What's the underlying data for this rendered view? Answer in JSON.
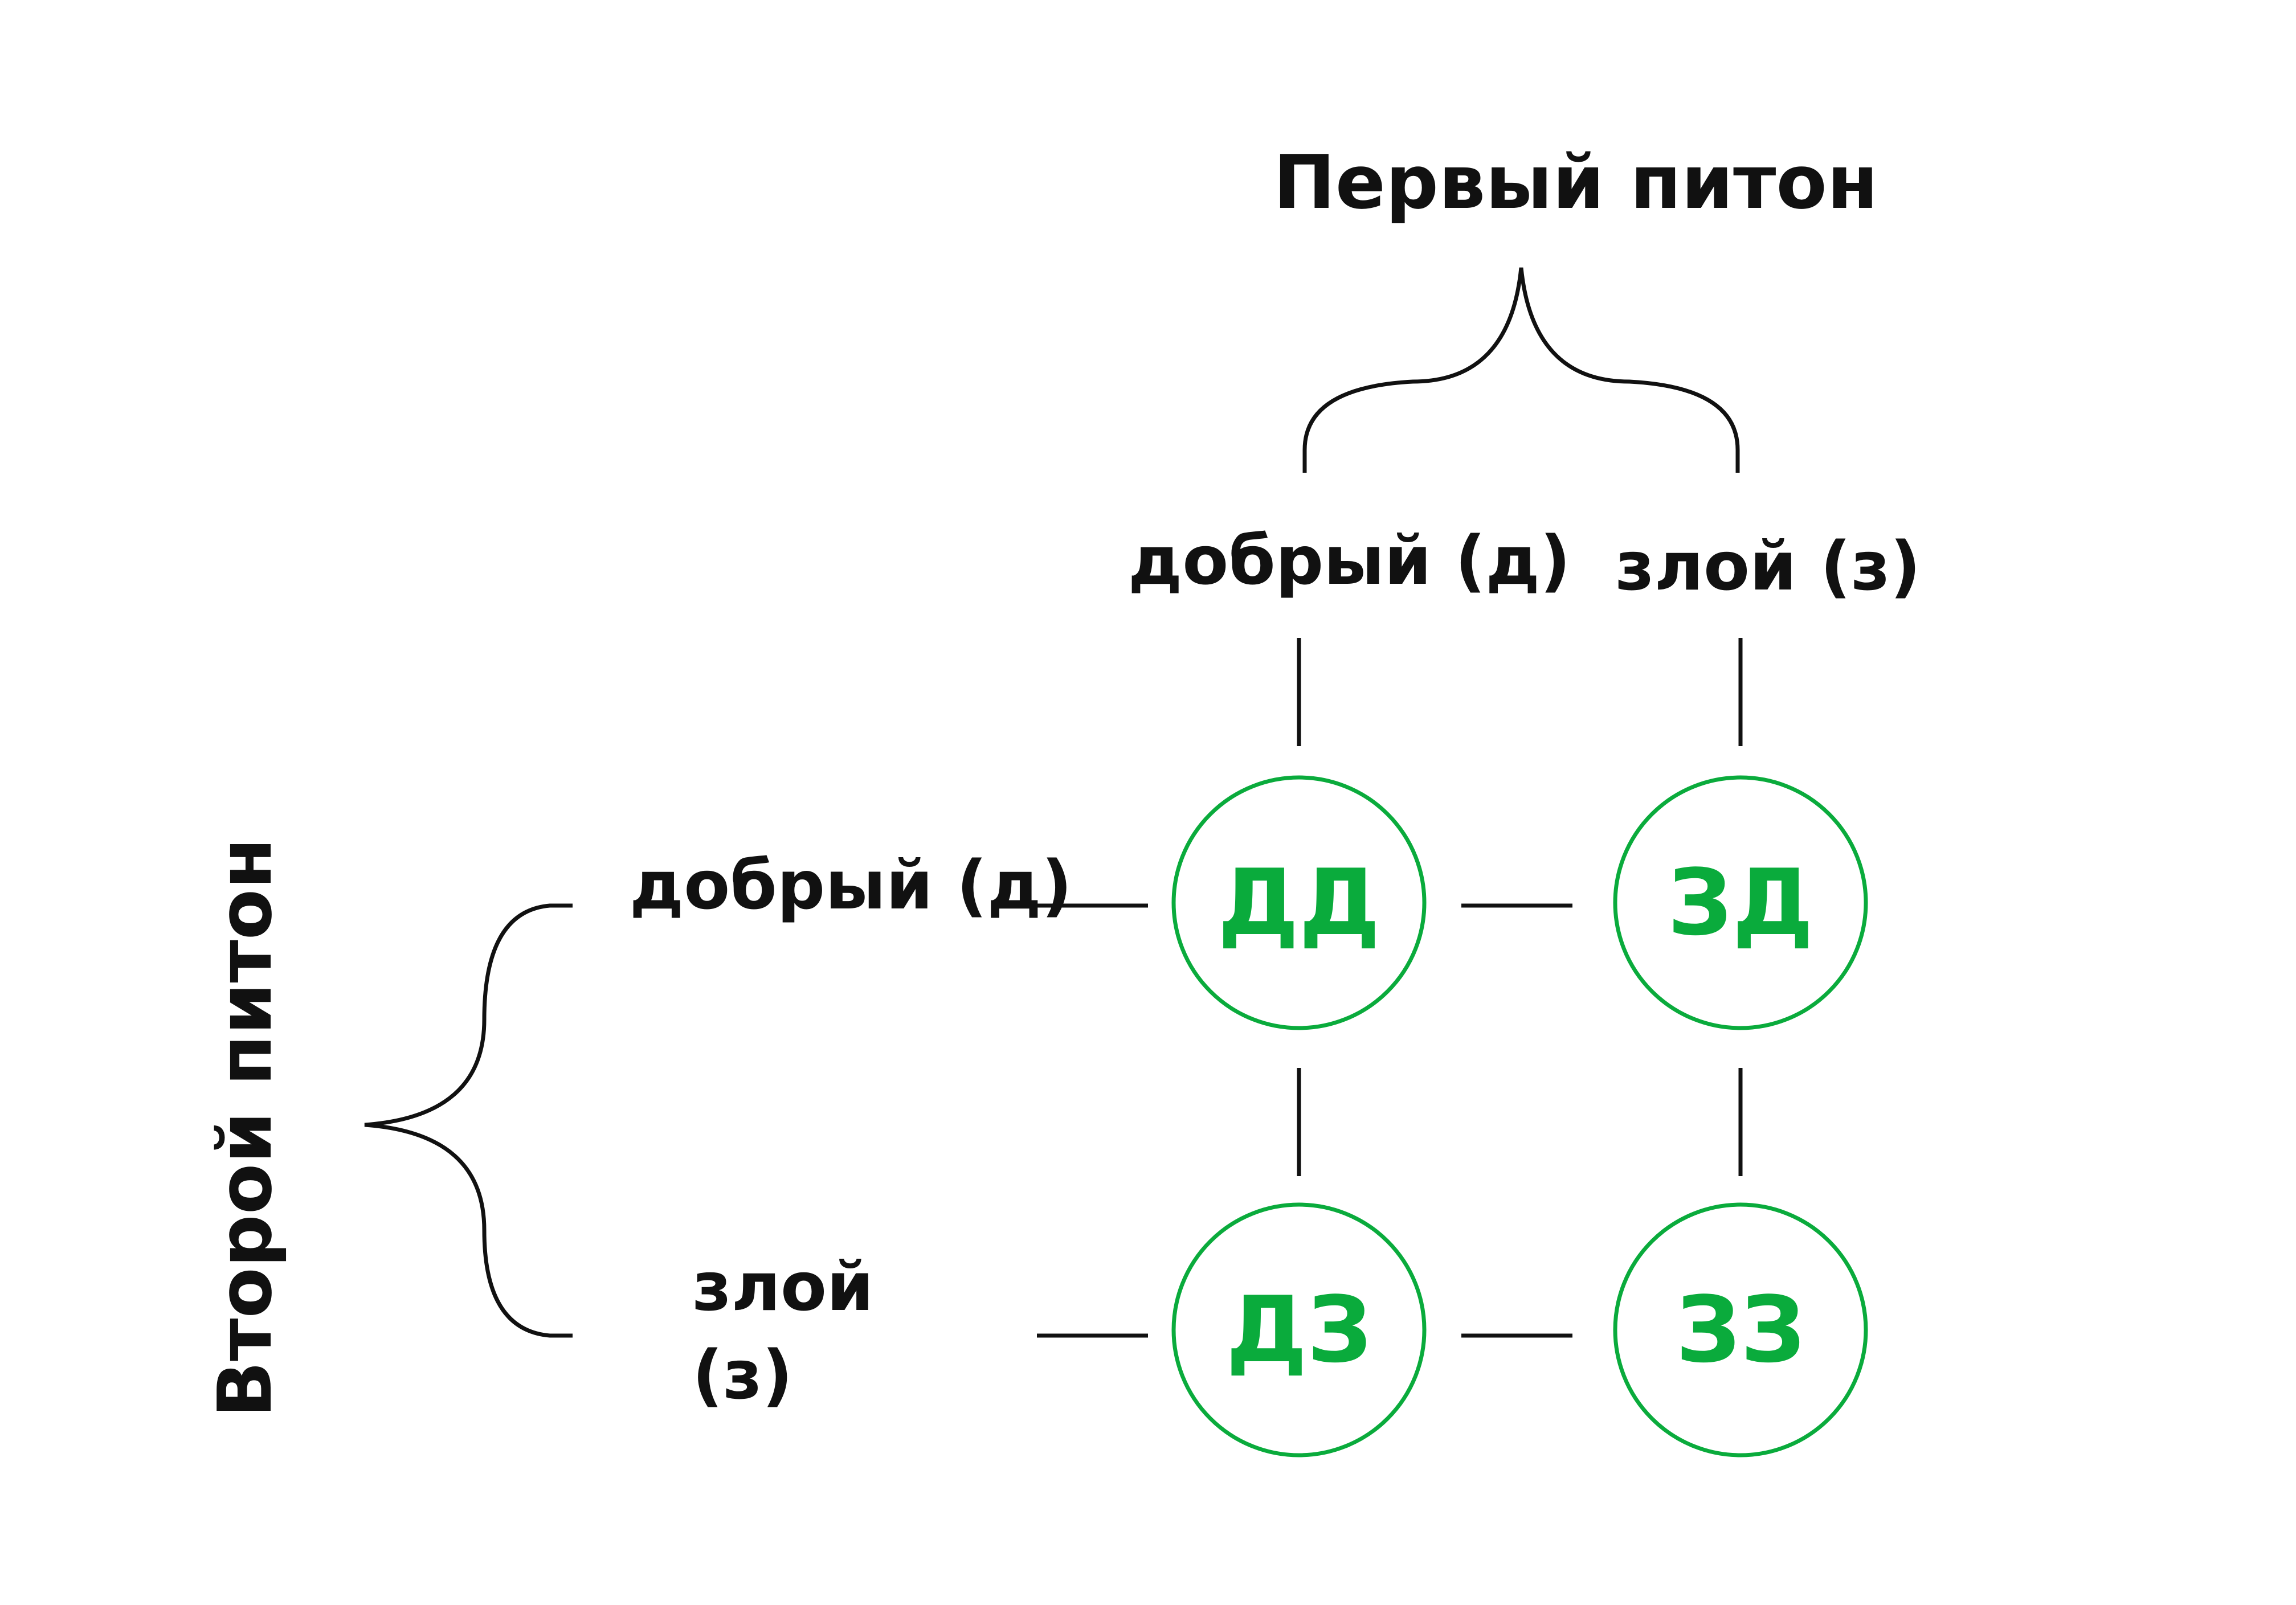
{
  "diagram": {
    "first_python": "Первый питон",
    "second_python": "Второй питон",
    "columns": [
      "добрый (д)",
      "злой (з)"
    ],
    "rows": {
      "row1": "добрый (д)",
      "row2_line1": "злой",
      "row2_line2": "(з)"
    },
    "cells": [
      [
        "ДД",
        "ЗД"
      ],
      [
        "ДЗ",
        "ЗЗ"
      ]
    ],
    "colors": {
      "line": "#111111",
      "accent": "#0aab3c"
    }
  }
}
